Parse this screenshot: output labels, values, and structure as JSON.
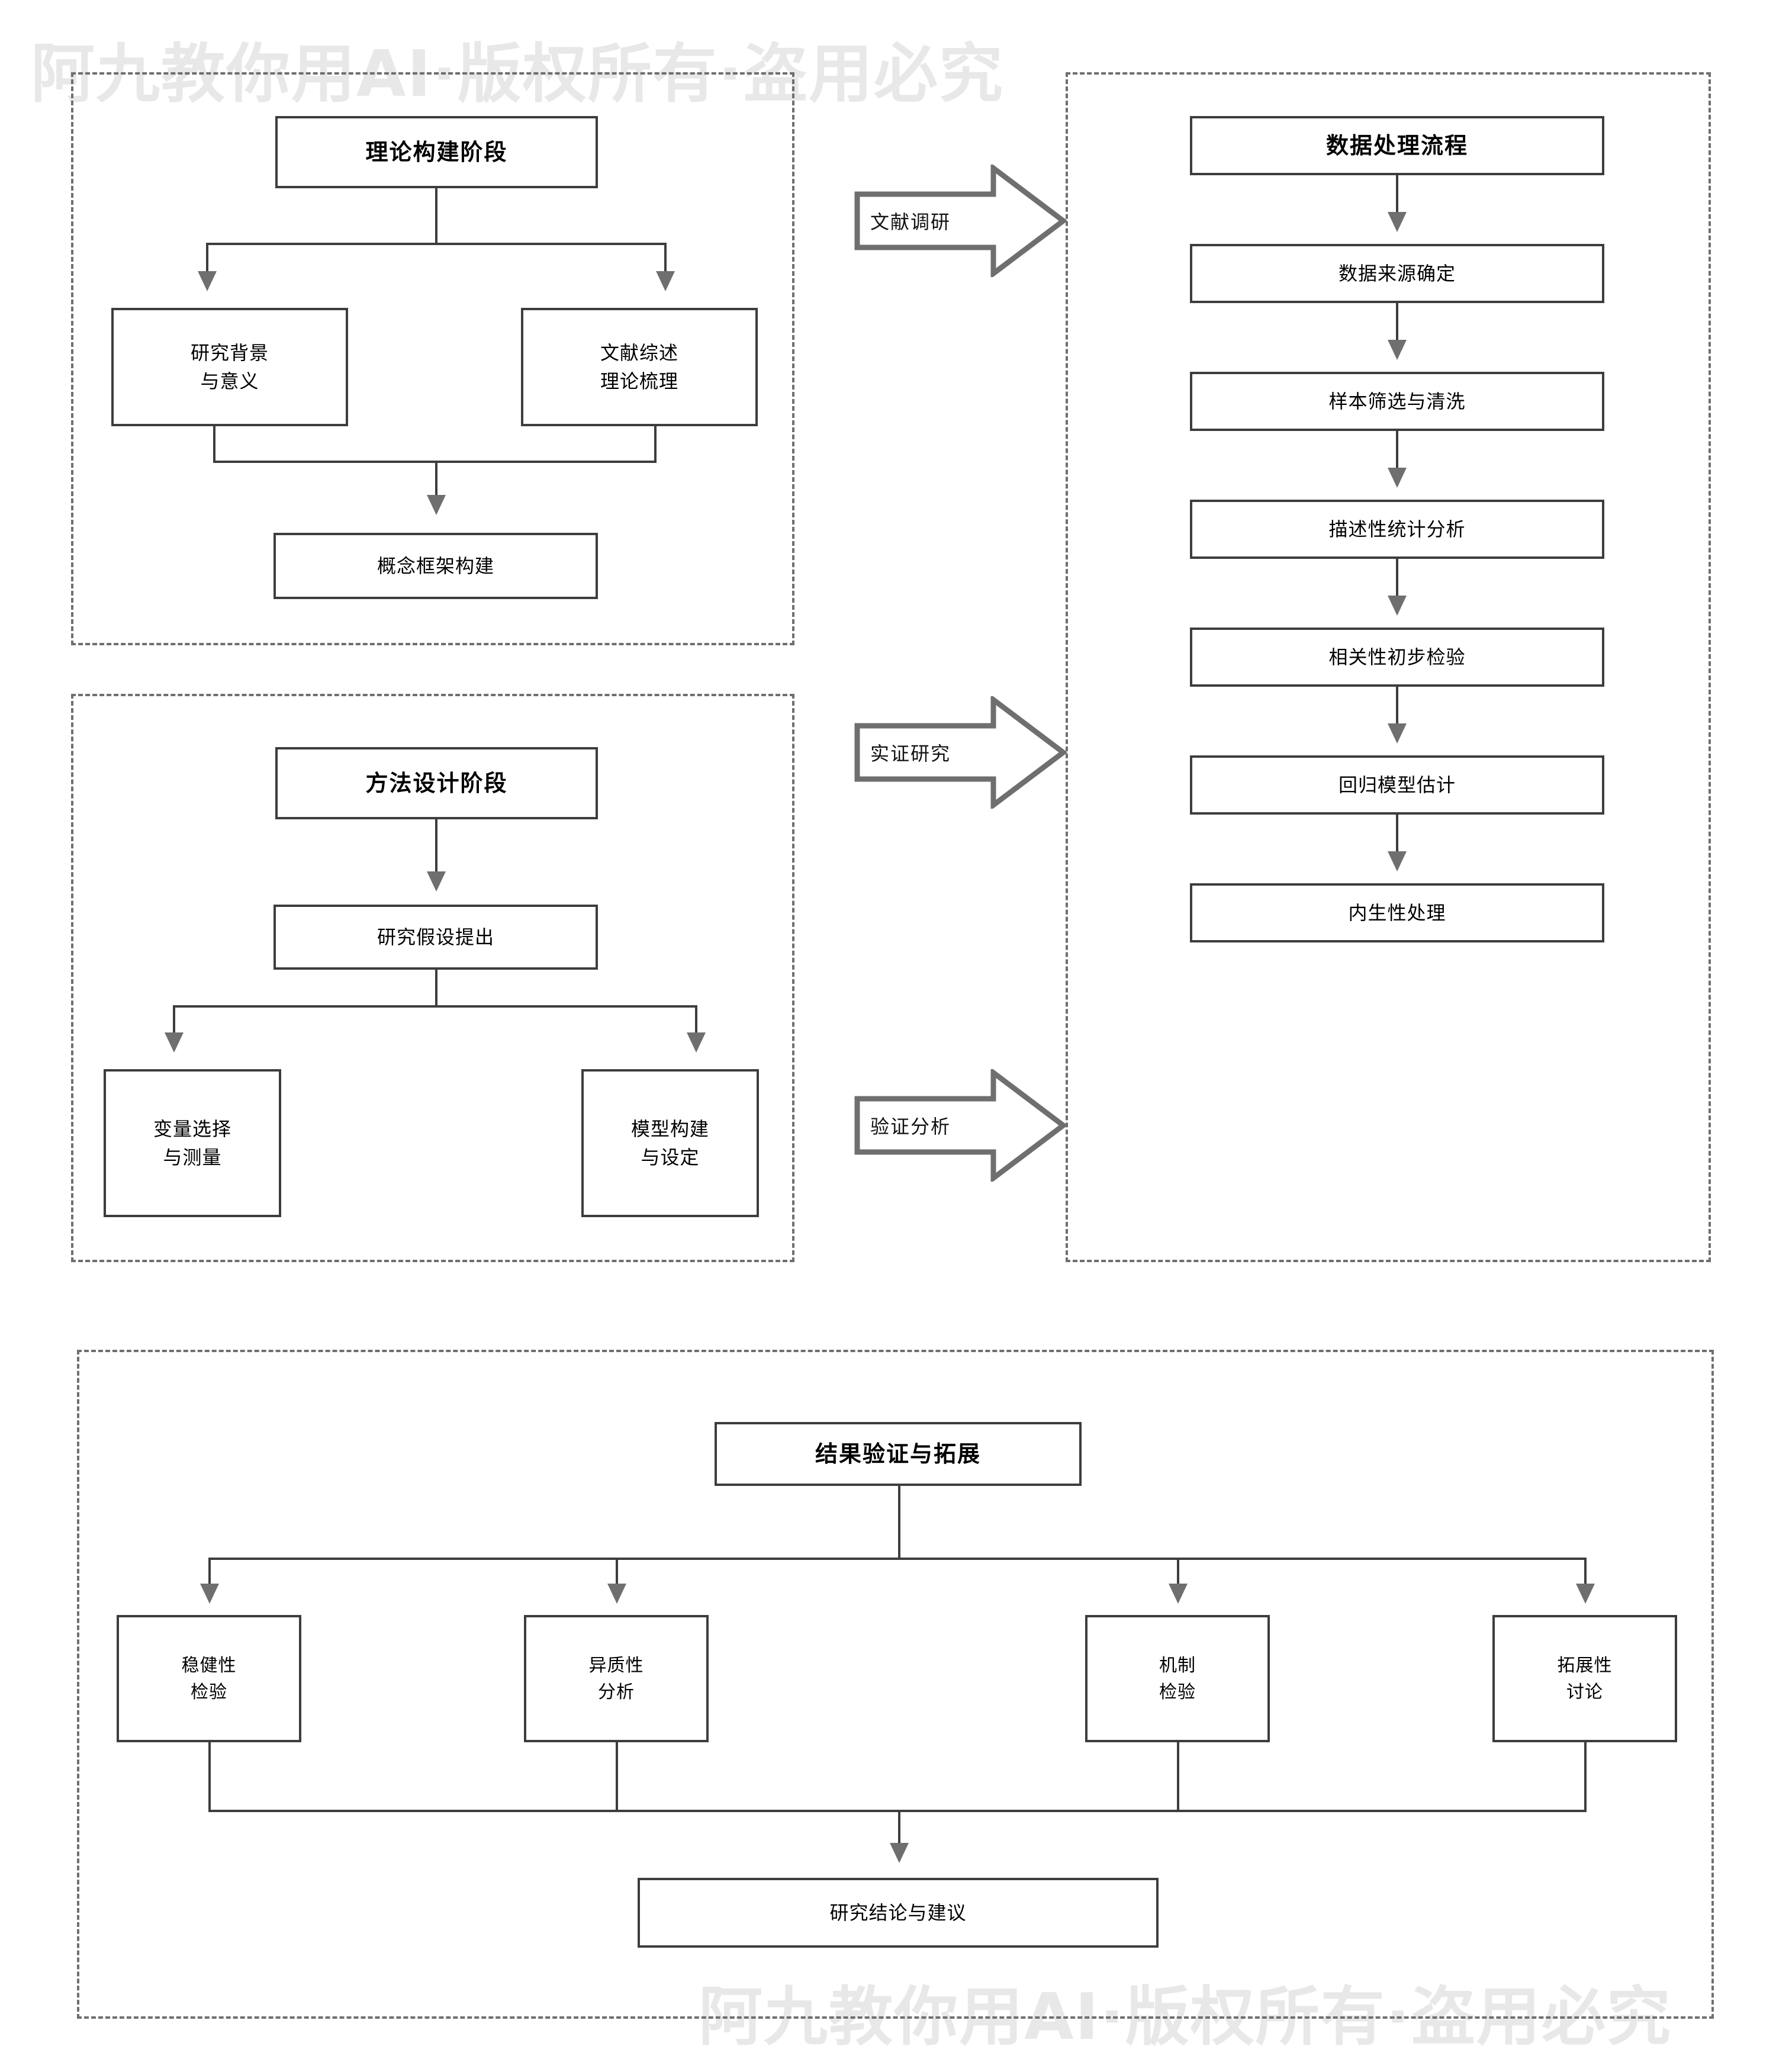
{
  "watermark": {
    "text": "阿九教你用AI·版权所有·盗用必究"
  },
  "colors": {
    "panel_border": "#6f6f6f",
    "node_border": "#3d3d3d",
    "arrow_fill": "#6f6f6f",
    "text": "#000000",
    "background": "#ffffff"
  },
  "panels": {
    "theory": {
      "title": "理论构建阶段",
      "nodes": {
        "background": {
          "line1": "研究背景",
          "line2": "与意义"
        },
        "literature": {
          "line1": "文献综述",
          "line2": "理论梳理"
        },
        "framework": {
          "line1": "概念框架构建"
        }
      }
    },
    "method": {
      "title": "方法设计阶段",
      "nodes": {
        "hypothesis": {
          "line1": "研究假设提出"
        },
        "variables": {
          "line1": "变量选择",
          "line2": "与测量"
        },
        "model": {
          "line1": "模型构建",
          "line2": "与设定"
        }
      }
    },
    "data": {
      "title": "数据处理流程",
      "steps": [
        {
          "label": "数据来源确定"
        },
        {
          "label": "样本筛选与清洗"
        },
        {
          "label": "描述性统计分析"
        },
        {
          "label": "相关性初步检验"
        },
        {
          "label": "回归模型估计"
        },
        {
          "label": "内生性处理"
        }
      ]
    },
    "results": {
      "title": "结果验证与拓展",
      "branches": [
        {
          "line1": "稳健性",
          "line2": "检验"
        },
        {
          "line1": "异质性",
          "line2": "分析"
        },
        {
          "line1": "机制",
          "line2": "检验"
        },
        {
          "line1": "拓展性",
          "line2": "讨论"
        }
      ],
      "conclusion": {
        "line1": "研究结论与建议"
      }
    }
  },
  "connector_arrows": [
    {
      "label": "文献调研"
    },
    {
      "label": "实证研究"
    },
    {
      "label": "验证分析"
    }
  ]
}
